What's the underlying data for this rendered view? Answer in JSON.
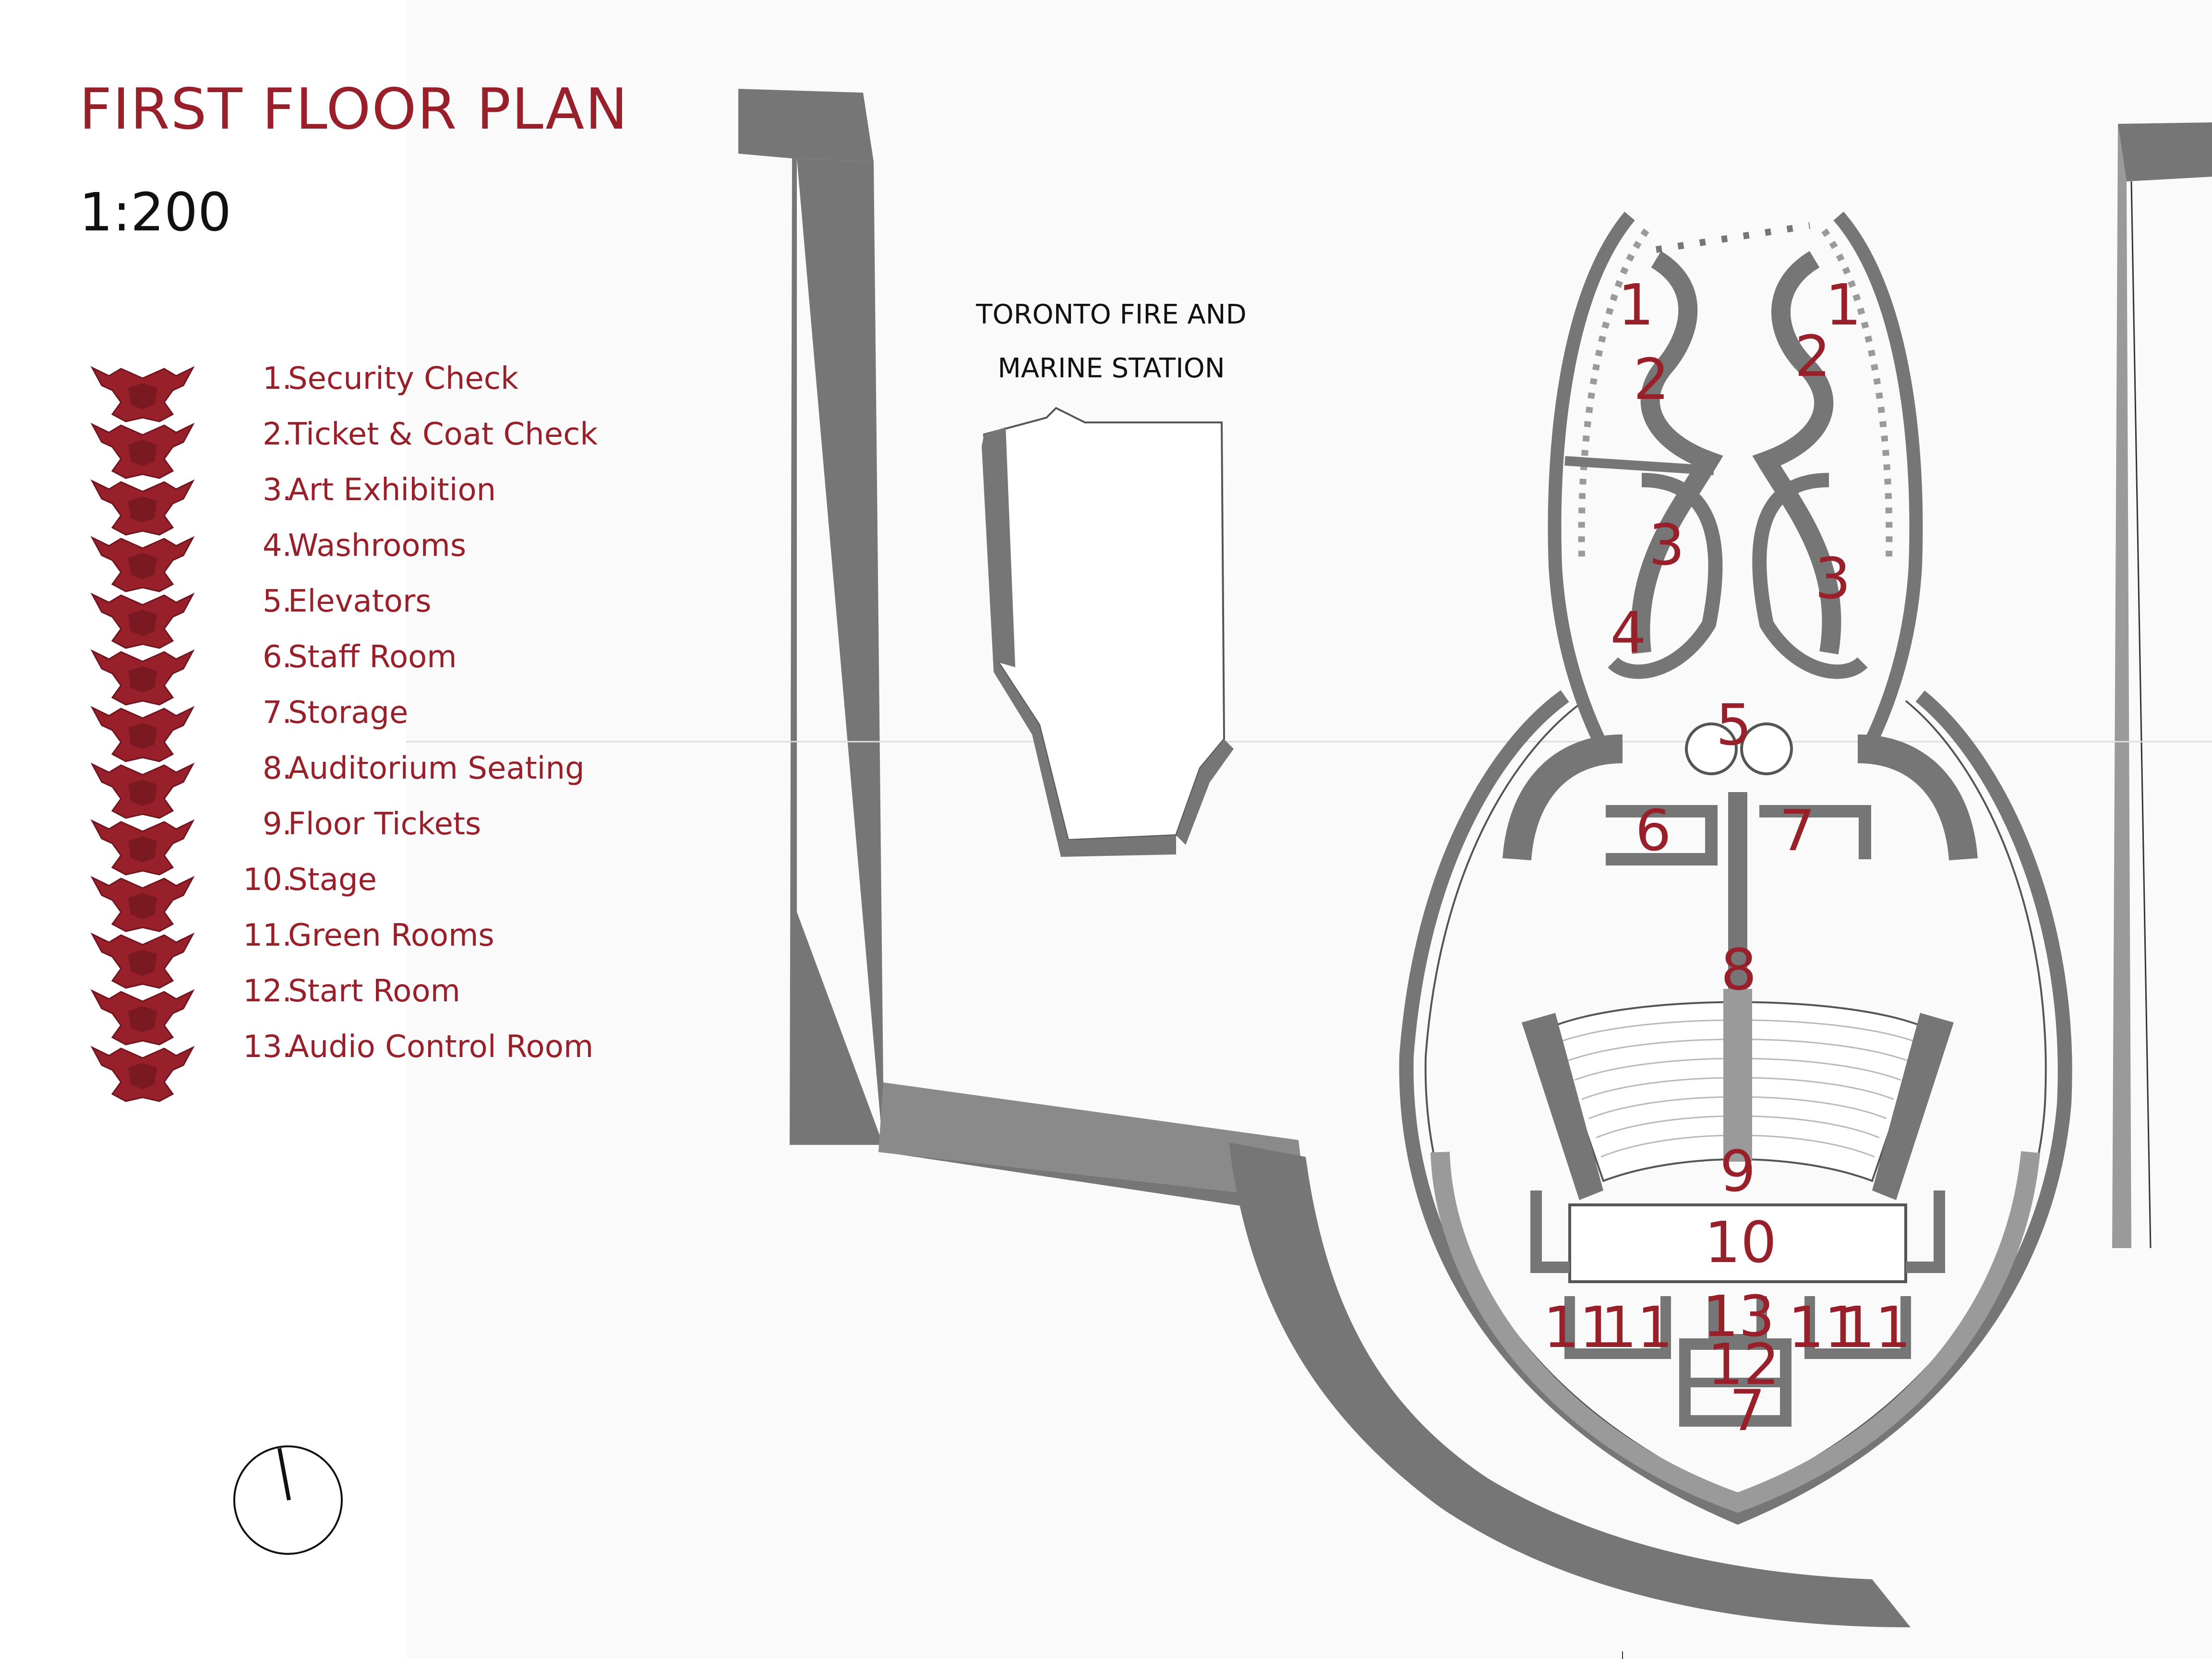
{
  "title": "FIRST FLOOR PLAN",
  "scale": "1:200",
  "legend": [
    {
      "num": "1.",
      "label": "Security Check"
    },
    {
      "num": "2.",
      "label": "Ticket & Coat Check"
    },
    {
      "num": "3.",
      "label": "Art Exhibition"
    },
    {
      "num": "4.",
      "label": "Washrooms"
    },
    {
      "num": "5.",
      "label": "Elevators"
    },
    {
      "num": "6.",
      "label": "Staff Room"
    },
    {
      "num": "7.",
      "label": "Storage"
    },
    {
      "num": "8.",
      "label": "Auditorium Seating"
    },
    {
      "num": "9.",
      "label": "Floor Tickets"
    },
    {
      "num": "10.",
      "label": "Stage"
    },
    {
      "num": "11.",
      "label": "Green Rooms"
    },
    {
      "num": "12.",
      "label": "Start Room"
    },
    {
      "num": "13.",
      "label": "Audio Control Room"
    }
  ],
  "station": {
    "line1": "TORONTO FIRE AND",
    "line2": "MARINE STATION"
  },
  "room_labels": {
    "security_left": "1",
    "security_right": "1",
    "ticket_left": "2",
    "ticket_right": "2",
    "art_left": "3",
    "art_right": "3",
    "washrooms": "4",
    "elevators": "5",
    "staff": "6",
    "storage_top": "7",
    "seating": "8",
    "floor_tickets": "9",
    "stage": "10",
    "green_1": "11",
    "green_2": "11",
    "green_3": "11",
    "green_4": "11",
    "audio": "13",
    "start": "12",
    "storage_bottom": "7"
  },
  "colors": {
    "accent": "#98202a",
    "wall": "#767676",
    "wall_light": "#9a9a9a",
    "line": "#333333"
  },
  "icons": {
    "spine": "vertebrae-icon",
    "compass": "north-arrow-icon"
  }
}
